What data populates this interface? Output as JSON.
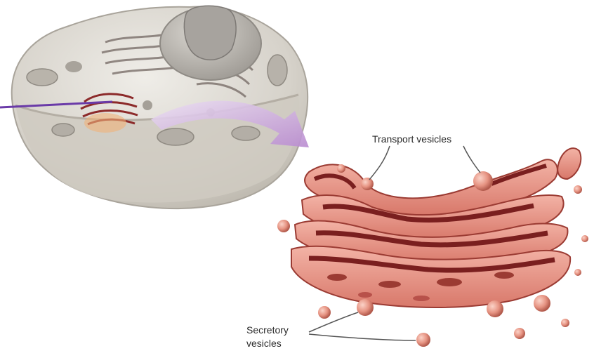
{
  "labels": {
    "transport_vesicles": "Transport vesicles",
    "secretory_line1": "Secretory",
    "secretory_line2": "vesicles"
  },
  "colors": {
    "pointer_line": "#6a3aa8",
    "arrow": "#c9a6d8",
    "cell_body": "#d9d6cf",
    "golgi_fill": "#e9998d",
    "golgi_dark": "#8c2a2a"
  }
}
